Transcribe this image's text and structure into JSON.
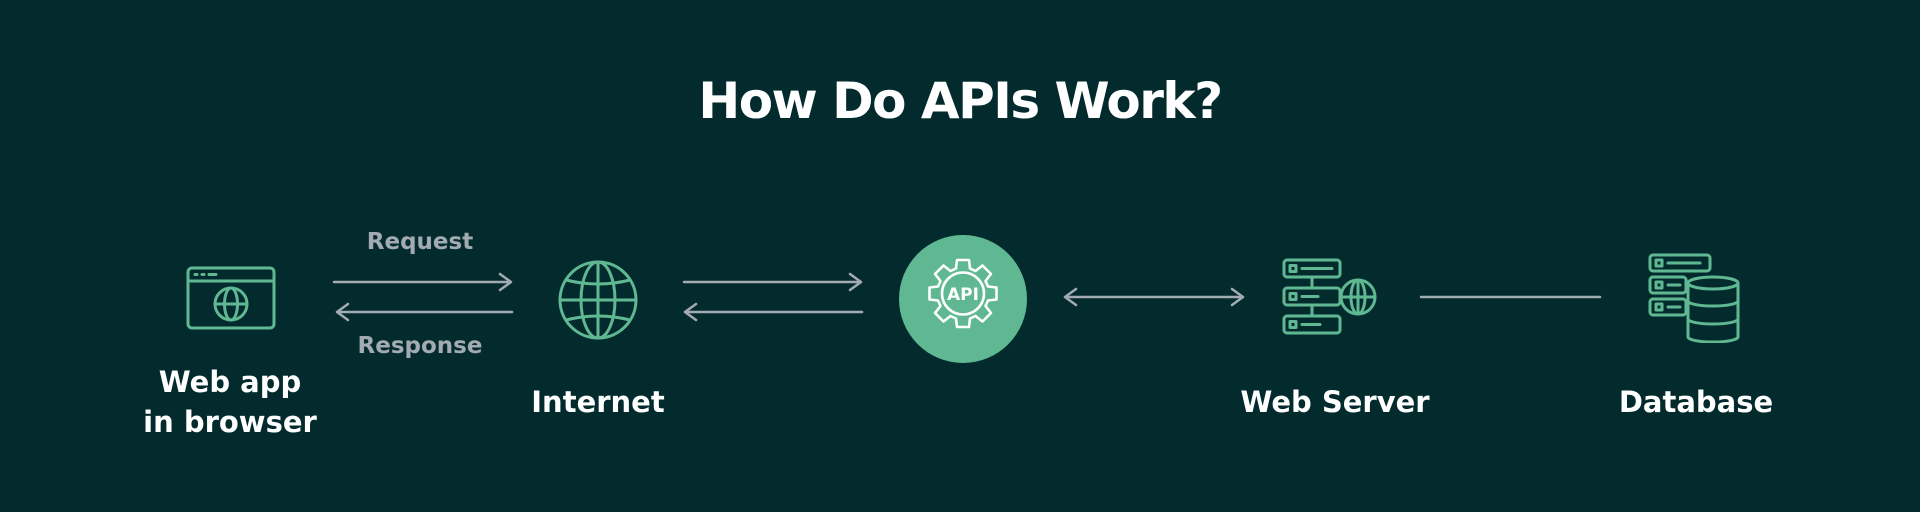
{
  "diagram": {
    "title": "How Do APIs Work?",
    "nodes": {
      "web_app": {
        "label_line1": "Web app",
        "label_line2": "in browser",
        "icon": "browser-globe-icon"
      },
      "internet": {
        "label": "Internet",
        "icon": "globe-icon"
      },
      "api": {
        "label": "API",
        "icon": "api-gear-icon"
      },
      "web_server": {
        "label": "Web Server",
        "icon": "server-globe-icon"
      },
      "database": {
        "label": "Database",
        "icon": "database-server-icon"
      }
    },
    "edges": {
      "request_label": "Request",
      "response_label": "Response"
    },
    "colors": {
      "background": "#032b2d",
      "accent": "#5fb892",
      "icon_stroke": "#5fb892",
      "connector": "#a3abb2",
      "text": "#ffffff"
    }
  }
}
